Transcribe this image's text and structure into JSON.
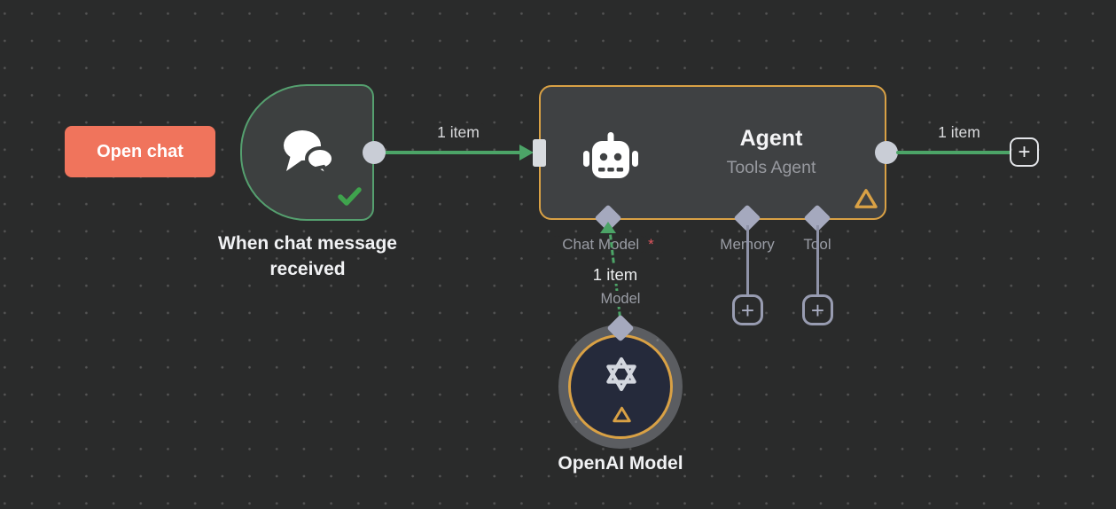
{
  "colors": {
    "background": "#2a2b2b",
    "accent_green": "#4ca467",
    "accent_orange": "#d9a145",
    "node_fill": "#3f4143",
    "open_chat_salmon": "#f0745c",
    "connector_grey": "#a5a9be",
    "muted_text": "#9a9da5",
    "required_red": "#e0565e",
    "openai_fill": "#252a3b"
  },
  "open_chat_button": {
    "label": "Open chat"
  },
  "trigger_node": {
    "label": "When chat message received"
  },
  "agent_node": {
    "title": "Agent",
    "subtitle": "Tools Agent",
    "ports": [
      {
        "label": "Chat Model",
        "required_marker": "*"
      },
      {
        "label": "Memory"
      },
      {
        "label": "Tool"
      }
    ]
  },
  "openai_node": {
    "label": "OpenAI Model"
  },
  "connections": {
    "trigger_to_agent": {
      "label": "1 item"
    },
    "agent_output": {
      "label": "1 item"
    },
    "model_to_agent": {
      "label": "1 item",
      "port_label": "Model"
    }
  },
  "icons": {
    "plus": "+"
  }
}
